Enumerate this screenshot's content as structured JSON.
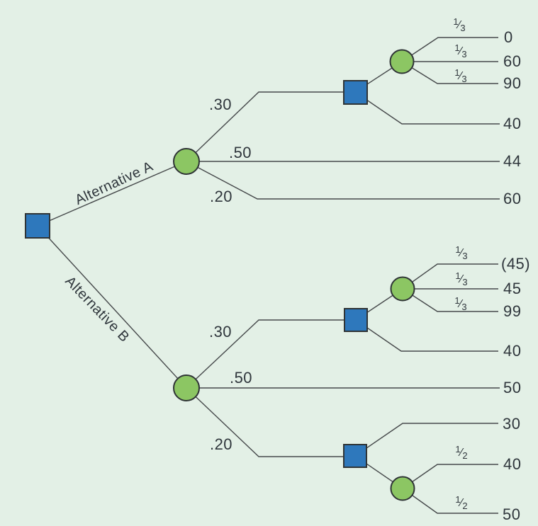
{
  "palette": {
    "background": "#E3F0E6",
    "line": "#46494B",
    "text": "#2F363C",
    "decision_node": "#2E78BC",
    "chance_node": "#8CC663",
    "node_stroke": "#2F3436"
  },
  "tree": {
    "root": {
      "type": "decision"
    },
    "alternatives": [
      {
        "label": "Alternative A",
        "node": {
          "type": "chance"
        },
        "branches": [
          {
            "prob": ".30",
            "node": {
              "type": "decision"
            },
            "children": [
              {
                "node": {
                  "type": "chance"
                },
                "outcomes": [
                  {
                    "prob": "1/3",
                    "payoff": "0"
                  },
                  {
                    "prob": "1/3",
                    "payoff": "60"
                  },
                  {
                    "prob": "1/3",
                    "payoff": "90"
                  }
                ]
              },
              {
                "payoff": "40"
              }
            ]
          },
          {
            "prob": ".50",
            "payoff": "44"
          },
          {
            "prob": ".20",
            "payoff": "60"
          }
        ]
      },
      {
        "label": "Alternative B",
        "node": {
          "type": "chance"
        },
        "branches": [
          {
            "prob": ".30",
            "node": {
              "type": "decision"
            },
            "children": [
              {
                "node": {
                  "type": "chance"
                },
                "outcomes": [
                  {
                    "prob": "1/3",
                    "payoff": "(45)"
                  },
                  {
                    "prob": "1/3",
                    "payoff": "45"
                  },
                  {
                    "prob": "1/3",
                    "payoff": "99"
                  }
                ]
              },
              {
                "payoff": "40"
              }
            ]
          },
          {
            "prob": ".50",
            "payoff": "50"
          },
          {
            "prob": ".20",
            "node": {
              "type": "decision"
            },
            "children": [
              {
                "payoff": "30"
              },
              {
                "node": {
                  "type": "chance"
                },
                "outcomes": [
                  {
                    "prob": "1/2",
                    "payoff": "40"
                  },
                  {
                    "prob": "1/2",
                    "payoff": "50"
                  }
                ]
              }
            ]
          }
        ]
      }
    ]
  }
}
